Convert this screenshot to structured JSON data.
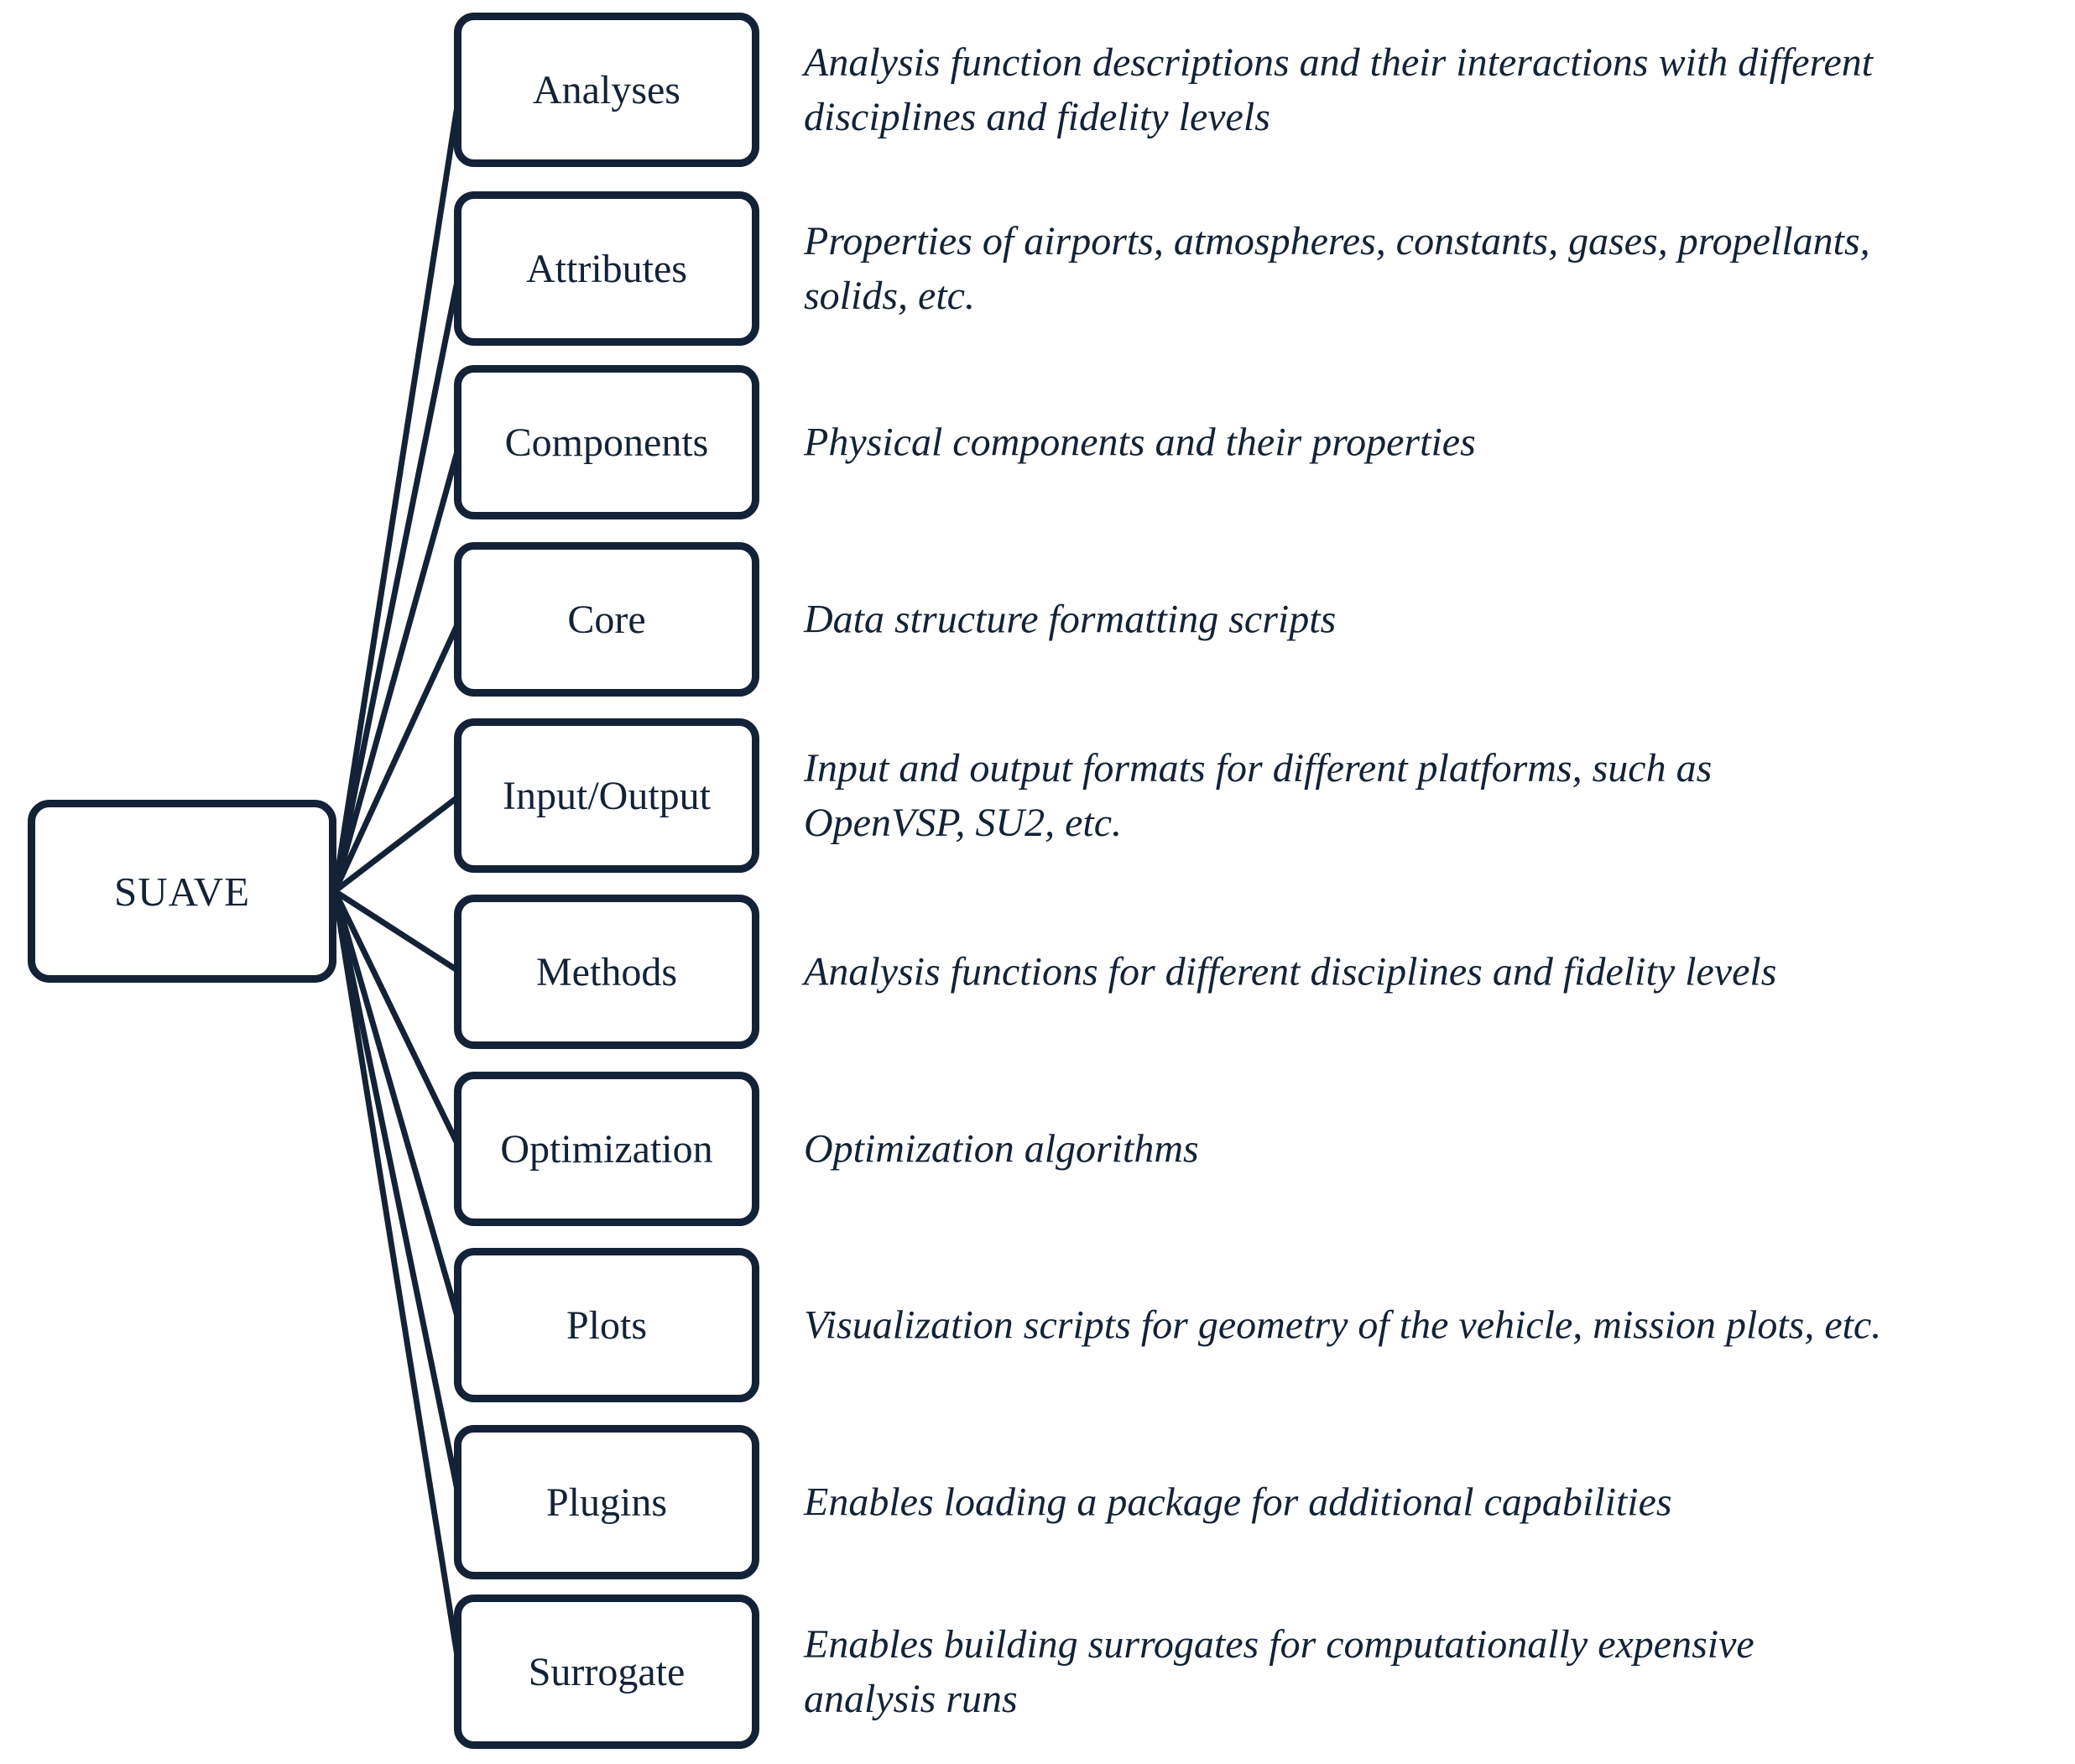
{
  "colors": {
    "ink": "#132236",
    "background": "#ffffff"
  },
  "root": {
    "label": "SUAVE"
  },
  "nodes": [
    {
      "label": "Analyses",
      "description": "Analysis function descriptions and their interactions with different\ndisciplines and fidelity levels"
    },
    {
      "label": "Attributes",
      "description": "Properties of airports, atmospheres, constants, gases, propellants,\nsolids, etc."
    },
    {
      "label": "Components",
      "description": "Physical components and their properties"
    },
    {
      "label": "Core",
      "description": "Data structure formatting scripts"
    },
    {
      "label": "Input/Output",
      "description": "Input and output formats for different platforms, such as\nOpenVSP, SU2, etc."
    },
    {
      "label": "Methods",
      "description": "Analysis functions for different disciplines and fidelity levels"
    },
    {
      "label": "Optimization",
      "description": "Optimization algorithms"
    },
    {
      "label": "Plots",
      "description": "Visualization scripts for geometry of the vehicle, mission plots, etc."
    },
    {
      "label": "Plugins",
      "description": "Enables loading a package for additional capabilities"
    },
    {
      "label": "Surrogate",
      "description": "Enables building surrogates for computationally expensive\nanalysis runs"
    }
  ]
}
